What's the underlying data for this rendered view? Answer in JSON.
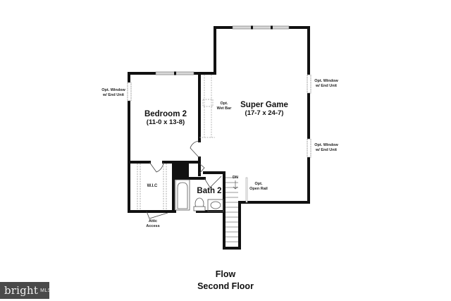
{
  "plan": {
    "title": "Flow",
    "subtitle": "Second Floor",
    "wall_color": "#111111",
    "window_color": "#bbbbbb"
  },
  "rooms": {
    "super_game": {
      "name": "Super Game",
      "dims": "(17-7 x 24-7)"
    },
    "bedroom_2": {
      "name": "Bedroom 2",
      "dims": "(11-0 x 13-8)"
    },
    "bath_2": {
      "name": "Bath 2"
    },
    "wic": {
      "name": "W.I.C"
    }
  },
  "notes": {
    "opt_window_left": [
      "Opt. Window",
      "w/ End Unit"
    ],
    "opt_window_right_top": [
      "Opt. Window",
      "w/ End Unit"
    ],
    "opt_window_right_bottom": [
      "Opt. Window",
      "w/ End Unit"
    ],
    "opt_wet_bar": [
      "Opt.",
      "Wet Bar"
    ],
    "opt_open_rail": [
      "Opt.",
      "Open Rail"
    ],
    "stair_dn": "DN",
    "attic_access": [
      "Attic",
      "Access"
    ]
  },
  "watermark": {
    "brand": "bright",
    "suffix": "MLS",
    "accent": "#d9413b"
  }
}
